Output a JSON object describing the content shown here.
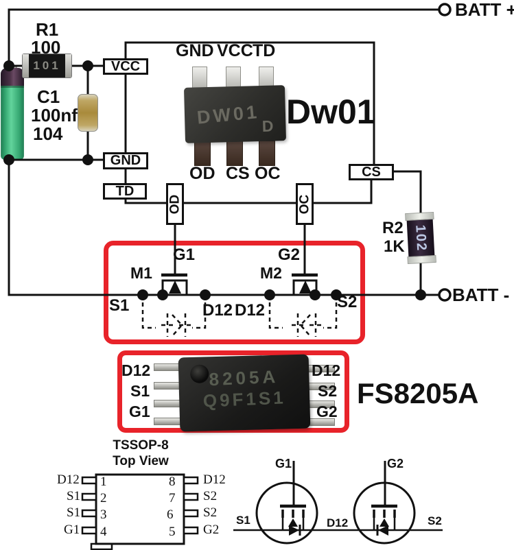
{
  "labels": {
    "batt_plus": "BATT +",
    "batt_minus": "BATT -"
  },
  "components": {
    "r1": {
      "ref": "R1",
      "value": "100",
      "marking": "101"
    },
    "c1": {
      "ref": "C1",
      "value": "100nf",
      "code": "104"
    },
    "r2": {
      "ref": "R2",
      "value": "1K",
      "marking": "102"
    }
  },
  "dw01": {
    "big_label": "Dw01",
    "marking": "DW01",
    "marking2": "D",
    "top_pins": [
      "GND",
      "VCC",
      "TD"
    ],
    "bottom_pins": [
      "OD",
      "CS",
      "OC"
    ]
  },
  "pin_boxes": {
    "vcc": "VCC",
    "gnd": "GND",
    "td": "TD",
    "od": "OD",
    "oc": "OC",
    "cs": "CS"
  },
  "mosfet_module": {
    "m1": "M1",
    "g1": "G1",
    "m2": "M2",
    "g2": "G2",
    "s1": "S1",
    "d12_left": "D12",
    "d12_right": "D12",
    "s2": "S2"
  },
  "fs8205a": {
    "big_label": "FS8205A",
    "marking_line1": "8205A",
    "marking_line2": "Q9F1S1",
    "left_pins": [
      "D12",
      "S1",
      "G1"
    ],
    "right_pins": [
      "D12",
      "S2",
      "G2"
    ]
  },
  "pinout": {
    "title": "TSSOP-8",
    "subtitle": "Top View",
    "left": [
      {
        "num": "1",
        "label": "D12"
      },
      {
        "num": "2",
        "label": "S1"
      },
      {
        "num": "3",
        "label": "S1"
      },
      {
        "num": "4",
        "label": "G1"
      }
    ],
    "right": [
      {
        "num": "8",
        "label": "D12"
      },
      {
        "num": "7",
        "label": "S2"
      },
      {
        "num": "6",
        "label": "S2"
      },
      {
        "num": "5",
        "label": "G2"
      }
    ]
  },
  "transistor_diagram": {
    "g1": "G1",
    "g2": "G2",
    "s1": "S1",
    "d12": "D12",
    "s2": "S2"
  },
  "colors": {
    "highlight_red": "#e8232a",
    "wire": "#111111"
  }
}
